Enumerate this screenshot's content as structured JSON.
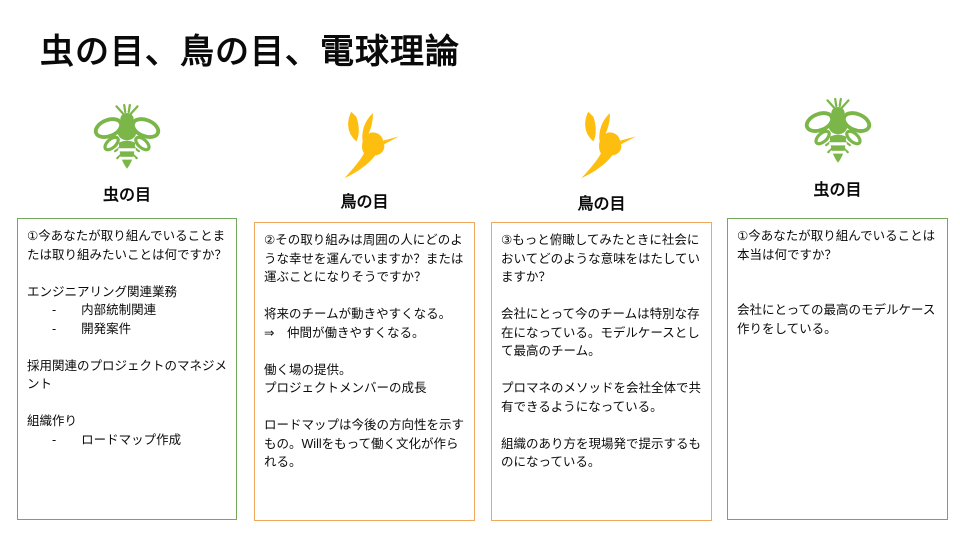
{
  "slide": {
    "title": "虫の目、鳥の目、電球理論"
  },
  "colors": {
    "icon_green": "#7AB648",
    "border_green": "#74A95B",
    "icon_yellow": "#FDBE10",
    "border_orange": "#F0A85E"
  },
  "columns": [
    {
      "icon": "bee-icon",
      "icon_color": "icon_green",
      "border_color": "border_green",
      "label": "虫の目",
      "lines": [
        "①今あなたが取り組んでいることまたは取り組みたいことは何ですか？",
        "",
        "エンジニアリング関連業務",
        "　　-　　内部統制関連",
        "　　-　　開発案件",
        "",
        "採用関連のプロジェクトのマネジメント",
        "",
        "組織作り",
        "　　-　　ロードマップ作成"
      ]
    },
    {
      "icon": "hummingbird-icon",
      "icon_color": "icon_yellow",
      "border_color": "border_orange",
      "label": "鳥の目",
      "lines": [
        "②その取り組みは周囲の人にどのような幸せを運んでいますか？または運ぶことになりそうですか？",
        "",
        "将来のチームが動きやすくなる。",
        "⇒　仲間が働きやすくなる。",
        "",
        "働く場の提供。",
        "プロジェクトメンバーの成長",
        "",
        "ロードマップは今後の方向性を示すもの。Willをもって働く文化が作られる。"
      ]
    },
    {
      "icon": "hummingbird-icon",
      "icon_color": "icon_yellow",
      "border_color": "border_orange",
      "label": "鳥の目",
      "lines": [
        "③もっと俯瞰してみたときに社会においてどのような意味をはたしていますか？",
        "",
        "会社にとって今のチームは特別な存在になっている。モデルケースとして最高のチーム。",
        "",
        "プロマネのメソッドを会社全体で共有できるようになっている。",
        "",
        "組織のあり方を現場発で提示するものになっている。"
      ]
    },
    {
      "icon": "bee-icon",
      "icon_color": "icon_green",
      "border_color": "border_green",
      "label": "虫の目",
      "lines": [
        "①今あなたが取り組んでいることは本当は何ですか？",
        "",
        "",
        "会社にとっての最高のモデルケース作りをしている。"
      ]
    }
  ]
}
